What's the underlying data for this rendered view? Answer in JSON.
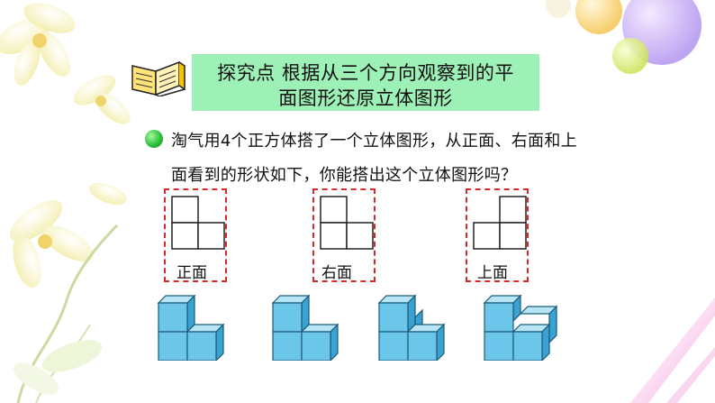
{
  "header": {
    "line1": "探究点  根据从三个方向观察到的平",
    "line2": "面图形还原立体图形"
  },
  "question": {
    "line1": "淘气用4个正方体搭了一个立体图形，从正面、右面和上",
    "line2": "面看到的形状如下，你能搭出这个立体图形吗？"
  },
  "views": [
    {
      "label": "正面"
    },
    {
      "label": "右面"
    },
    {
      "label": "上面"
    }
  ],
  "colors": {
    "header_bg": "#9df0b6",
    "dashed_border": "#d42a2a",
    "cube_front": "#6cc6ea",
    "cube_top": "#b7e6f6",
    "cube_side": "#3aa2d3",
    "bullet": "#2ec23a"
  },
  "icons": [
    "open-book-icon",
    "green-bullet-icon"
  ]
}
